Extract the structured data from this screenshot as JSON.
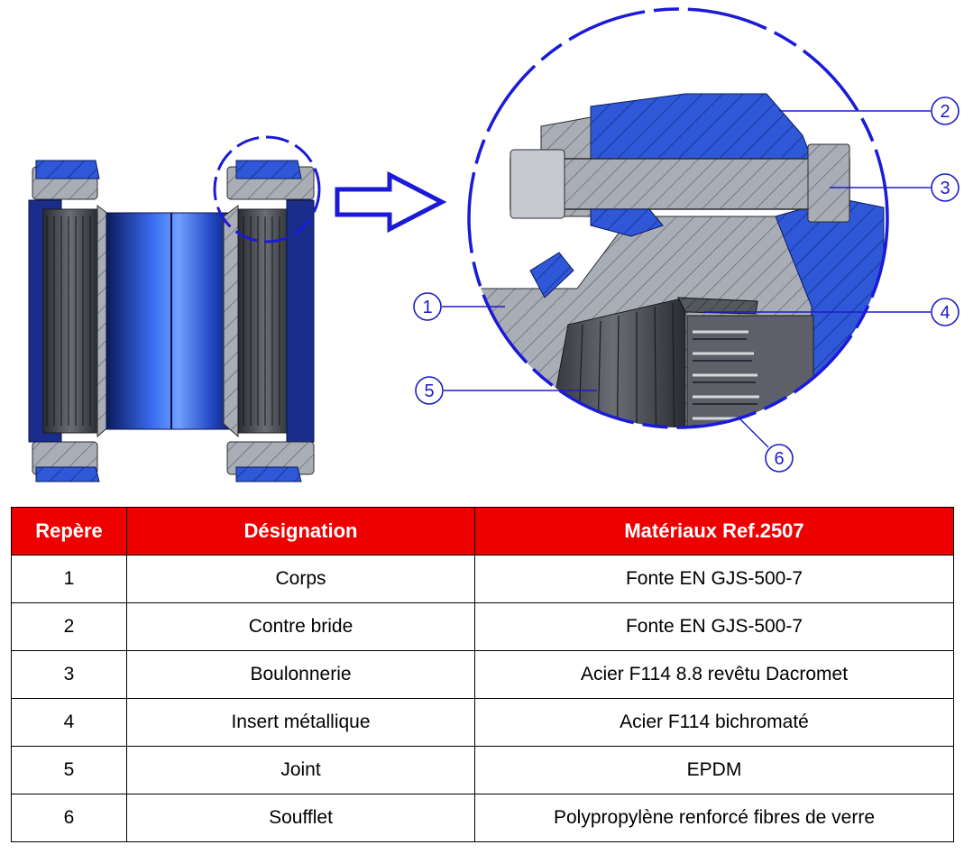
{
  "figure": {
    "callouts": [
      {
        "number": "1"
      },
      {
        "number": "2"
      },
      {
        "number": "3"
      },
      {
        "number": "4"
      },
      {
        "number": "5"
      },
      {
        "number": "6"
      }
    ],
    "colors": {
      "metal_blue": "#1f4fd0",
      "dark_blue": "#12246e",
      "steel_grey": "#a5a9b0",
      "dark_grey": "#4a4c52",
      "callout_blue": "#1c1cc8",
      "detail_circle": "#1a1ad8"
    },
    "icons": [
      "arrow-right-outline-icon"
    ]
  },
  "table": {
    "headers": [
      "Repère",
      "Désignation",
      "Matériaux Ref.2507"
    ],
    "header_bg": "#ee0000",
    "rows": [
      {
        "repere": "1",
        "designation": "Corps",
        "materiaux": "Fonte EN GJS-500-7"
      },
      {
        "repere": "2",
        "designation": "Contre bride",
        "materiaux": "Fonte EN GJS-500-7"
      },
      {
        "repere": "3",
        "designation": "Boulonnerie",
        "materiaux": "Acier F114 8.8 revêtu Dacromet"
      },
      {
        "repere": "4",
        "designation": "Insert métallique",
        "materiaux": "Acier F114 bichromaté"
      },
      {
        "repere": "5",
        "designation": "Joint",
        "materiaux": "EPDM"
      },
      {
        "repere": "6",
        "designation": "Soufflet",
        "materiaux": "Polypropylène renforcé fibres de verre"
      }
    ]
  }
}
